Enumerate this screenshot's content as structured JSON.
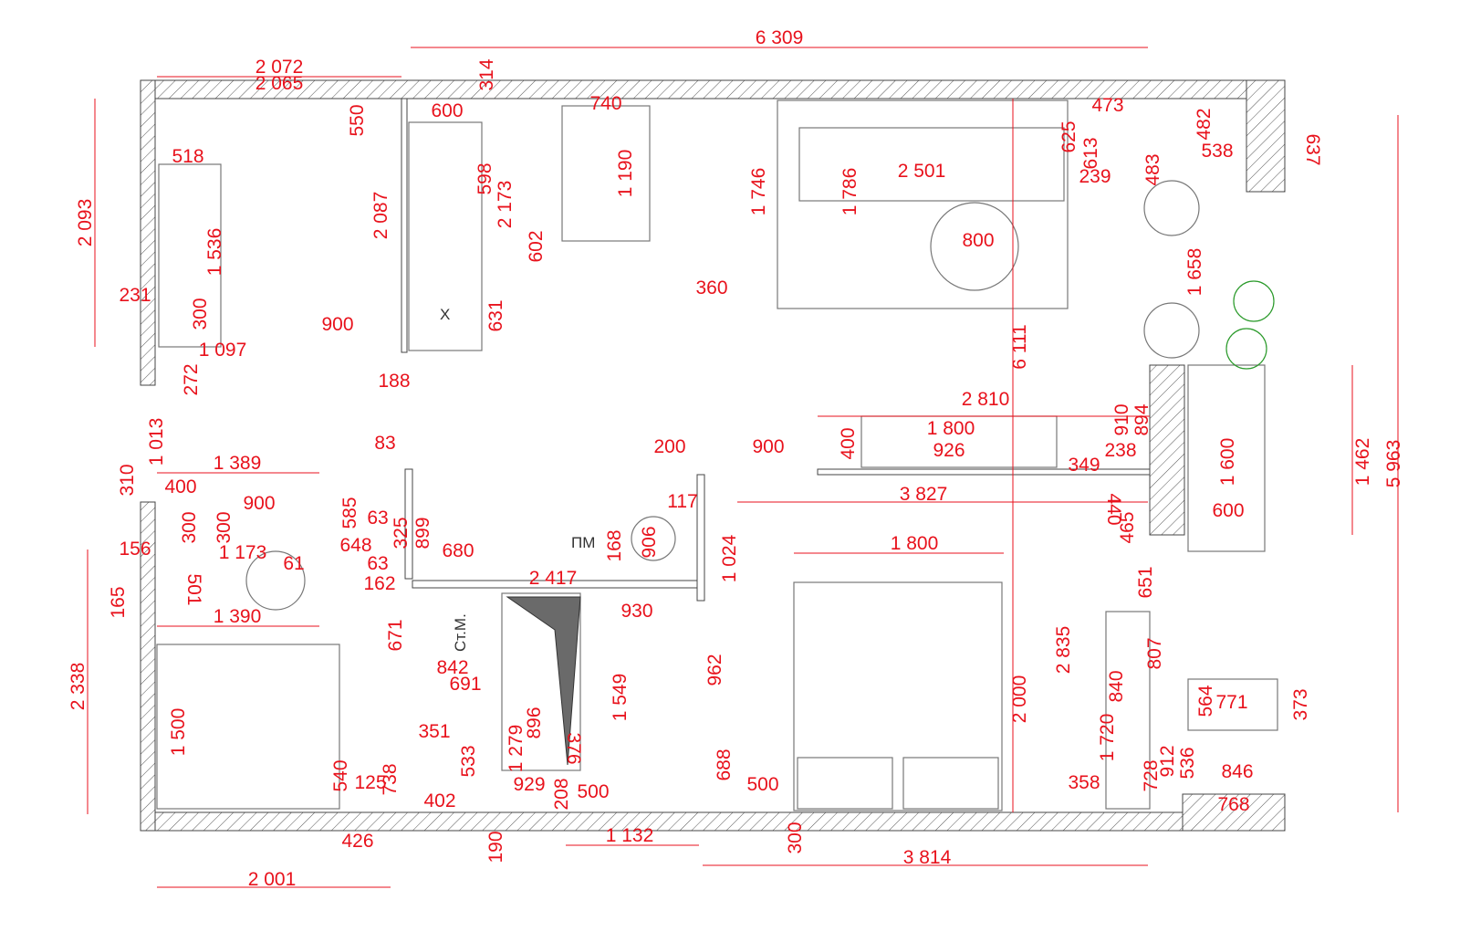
{
  "labels": [
    "6 309",
    "2 072",
    "2 065",
    "314",
    "600",
    "740",
    "625",
    "473",
    "613",
    "483",
    "482",
    "538",
    "637",
    "550",
    "518",
    "1 190",
    "598",
    "2 501",
    "1 786",
    "1 746",
    "239",
    "2 087",
    "2 173",
    "800",
    "1 536",
    "2 093",
    "602",
    "360",
    "231",
    "300",
    "631",
    "900",
    "1 097",
    "188",
    "272",
    "6 111",
    "1 658",
    "1 013",
    "2 810",
    "910",
    "894",
    "1 800",
    "83",
    "200",
    "900",
    "400",
    "926",
    "238",
    "1 389",
    "310",
    "400",
    "349",
    "585",
    "300",
    "300",
    "900",
    "63",
    "325",
    "899",
    "3 827",
    "440",
    "465",
    "117",
    "906",
    "1 024",
    "1 600",
    "600",
    "1 462",
    "5 963",
    "648",
    "63",
    "680",
    "156",
    "1 173",
    "61",
    "501",
    "168",
    "162",
    "2 417",
    "1 800",
    "651",
    "165",
    "1 390",
    "671",
    "930",
    "842",
    "691",
    "2 835",
    "807",
    "840",
    "962",
    "2 338",
    "1 549",
    "1 500",
    "896",
    "351",
    "1 279",
    "376",
    "533",
    "564",
    "771",
    "373",
    "540",
    "125",
    "738",
    "1 720",
    "2 000",
    "728",
    "912",
    "536",
    "688",
    "500",
    "929",
    "402",
    "208",
    "500",
    "358",
    "846",
    "768",
    "426",
    "190",
    "1 132",
    "300",
    "3 814",
    "2 001"
  ],
  "room_marks": {
    "wardrobe_x": "X",
    "fridge": "ПМ",
    "washer": "Ст.М."
  }
}
